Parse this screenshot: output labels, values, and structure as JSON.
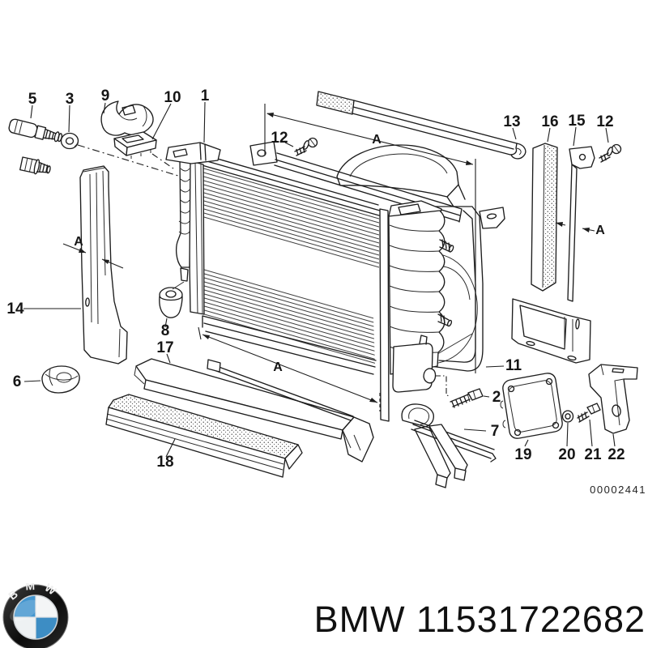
{
  "diagram": {
    "callouts": [
      {
        "label": "5"
      },
      {
        "label": "3"
      },
      {
        "label": "9"
      },
      {
        "label": "10"
      },
      {
        "label": "1"
      },
      {
        "label": "12"
      },
      {
        "label": "13"
      },
      {
        "label": "16"
      },
      {
        "label": "15"
      },
      {
        "label": "12"
      },
      {
        "label": "14"
      },
      {
        "label": "6"
      },
      {
        "label": "8"
      },
      {
        "label": "17"
      },
      {
        "label": "18"
      },
      {
        "label": "11"
      },
      {
        "label": "2"
      },
      {
        "label": "7"
      },
      {
        "label": "19"
      },
      {
        "label": "20"
      },
      {
        "label": "21"
      },
      {
        "label": "22"
      }
    ],
    "dimension_letter": "A",
    "drawing_number": "00002441"
  },
  "footer": {
    "logo_text": "BMW",
    "part_number": "BMW 11531722682"
  }
}
